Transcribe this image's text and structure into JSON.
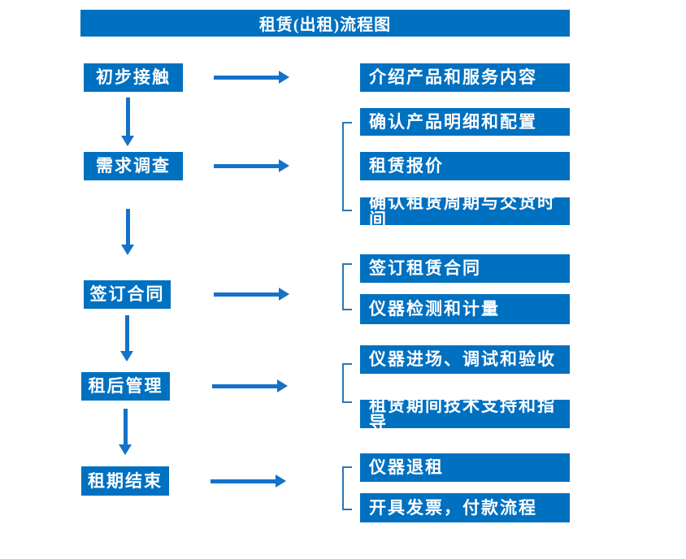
{
  "title": "租赁(出租)流程图",
  "colors": {
    "primary": "#0070C0",
    "arrow": "#1472C8",
    "bracket": "#2E75B6"
  },
  "flow": [
    {
      "step": "初步接触",
      "details": [
        "介绍产品和服务内容"
      ]
    },
    {
      "step": "需求调查",
      "details": [
        "确认产品明细和配置",
        "租赁报价",
        "确认租赁周期与交货时间"
      ]
    },
    {
      "step": "签订合同",
      "details": [
        "签订租赁合同",
        "仪器检测和计量"
      ]
    },
    {
      "step": "租后管理",
      "details": [
        "仪器进场、调试和验收",
        "租赁期间技术支持和指导"
      ]
    },
    {
      "step": "租期结束",
      "details": [
        "仪器退租",
        "开具发票，付款流程"
      ]
    }
  ]
}
